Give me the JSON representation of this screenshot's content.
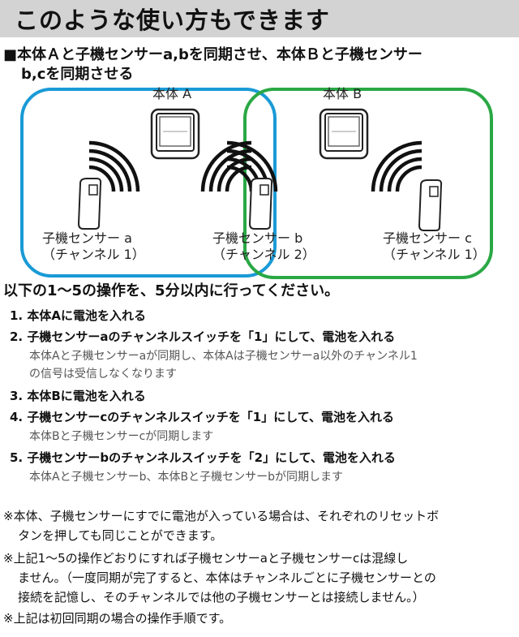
{
  "title": "このような使い方もできます",
  "headline": {
    "line1": "■本体Ａと子機センサーa,bを同期させ、本体Ｂと子機センサー",
    "line2": "b,cを同期させる"
  },
  "diagram": {
    "group_colors": {
      "a": "#1a9ad6",
      "b": "#2aa845"
    },
    "units": [
      {
        "label": "本体 A"
      },
      {
        "label": "本体 B"
      }
    ],
    "sensors": [
      {
        "name": "子機センサー a",
        "channel": "（チャンネル 1）"
      },
      {
        "name": "子機センサー b",
        "channel": "（チャンネル 2）"
      },
      {
        "name": "子機センサー c",
        "channel": "（チャンネル 1）"
      }
    ]
  },
  "steps_heading": "以下の1～5の操作を、5分以内に行ってください。",
  "steps": [
    {
      "text": "1. 本体Aに電池を入れる"
    },
    {
      "text": "2. 子機センサーaのチャンネルスイッチを「1」にして、電池を入れる",
      "sub": [
        "本体Aと子機センサーaが同期し、本体Aは子機センサーa以外のチャンネル1",
        "の信号は受信しなくなります"
      ]
    },
    {
      "text": "3. 本体Bに電池を入れる"
    },
    {
      "text": "4. 子機センサーcのチャンネルスイッチを「1」にして、電池を入れる",
      "sub": [
        "本体Bと子機センサーcが同期します"
      ]
    },
    {
      "text": "5. 子機センサーbのチャンネルスイッチを「2」にして、電池を入れる",
      "sub": [
        "本体Aと子機センサーb、本体Bと子機センサーbが同期します"
      ]
    }
  ],
  "notes": [
    {
      "first": "※本体、子機センサーにすでに電池が入っている場合は、それぞれのリセットボ",
      "rest": [
        "タンを押しても同じことができます。"
      ]
    },
    {
      "first": "※上記1～5の操作どおりにすれば子機センサーaと子機センサーcは混線し",
      "rest": [
        "ません。（一度同期が完了すると、本体はチャンネルごとに子機センサーとの",
        "接続を記憶し、そのチャンネルでは他の子機センサーとは接続しません。）"
      ]
    },
    {
      "first": "※上記は初回同期の場合の操作手順です。",
      "rest": []
    }
  ]
}
